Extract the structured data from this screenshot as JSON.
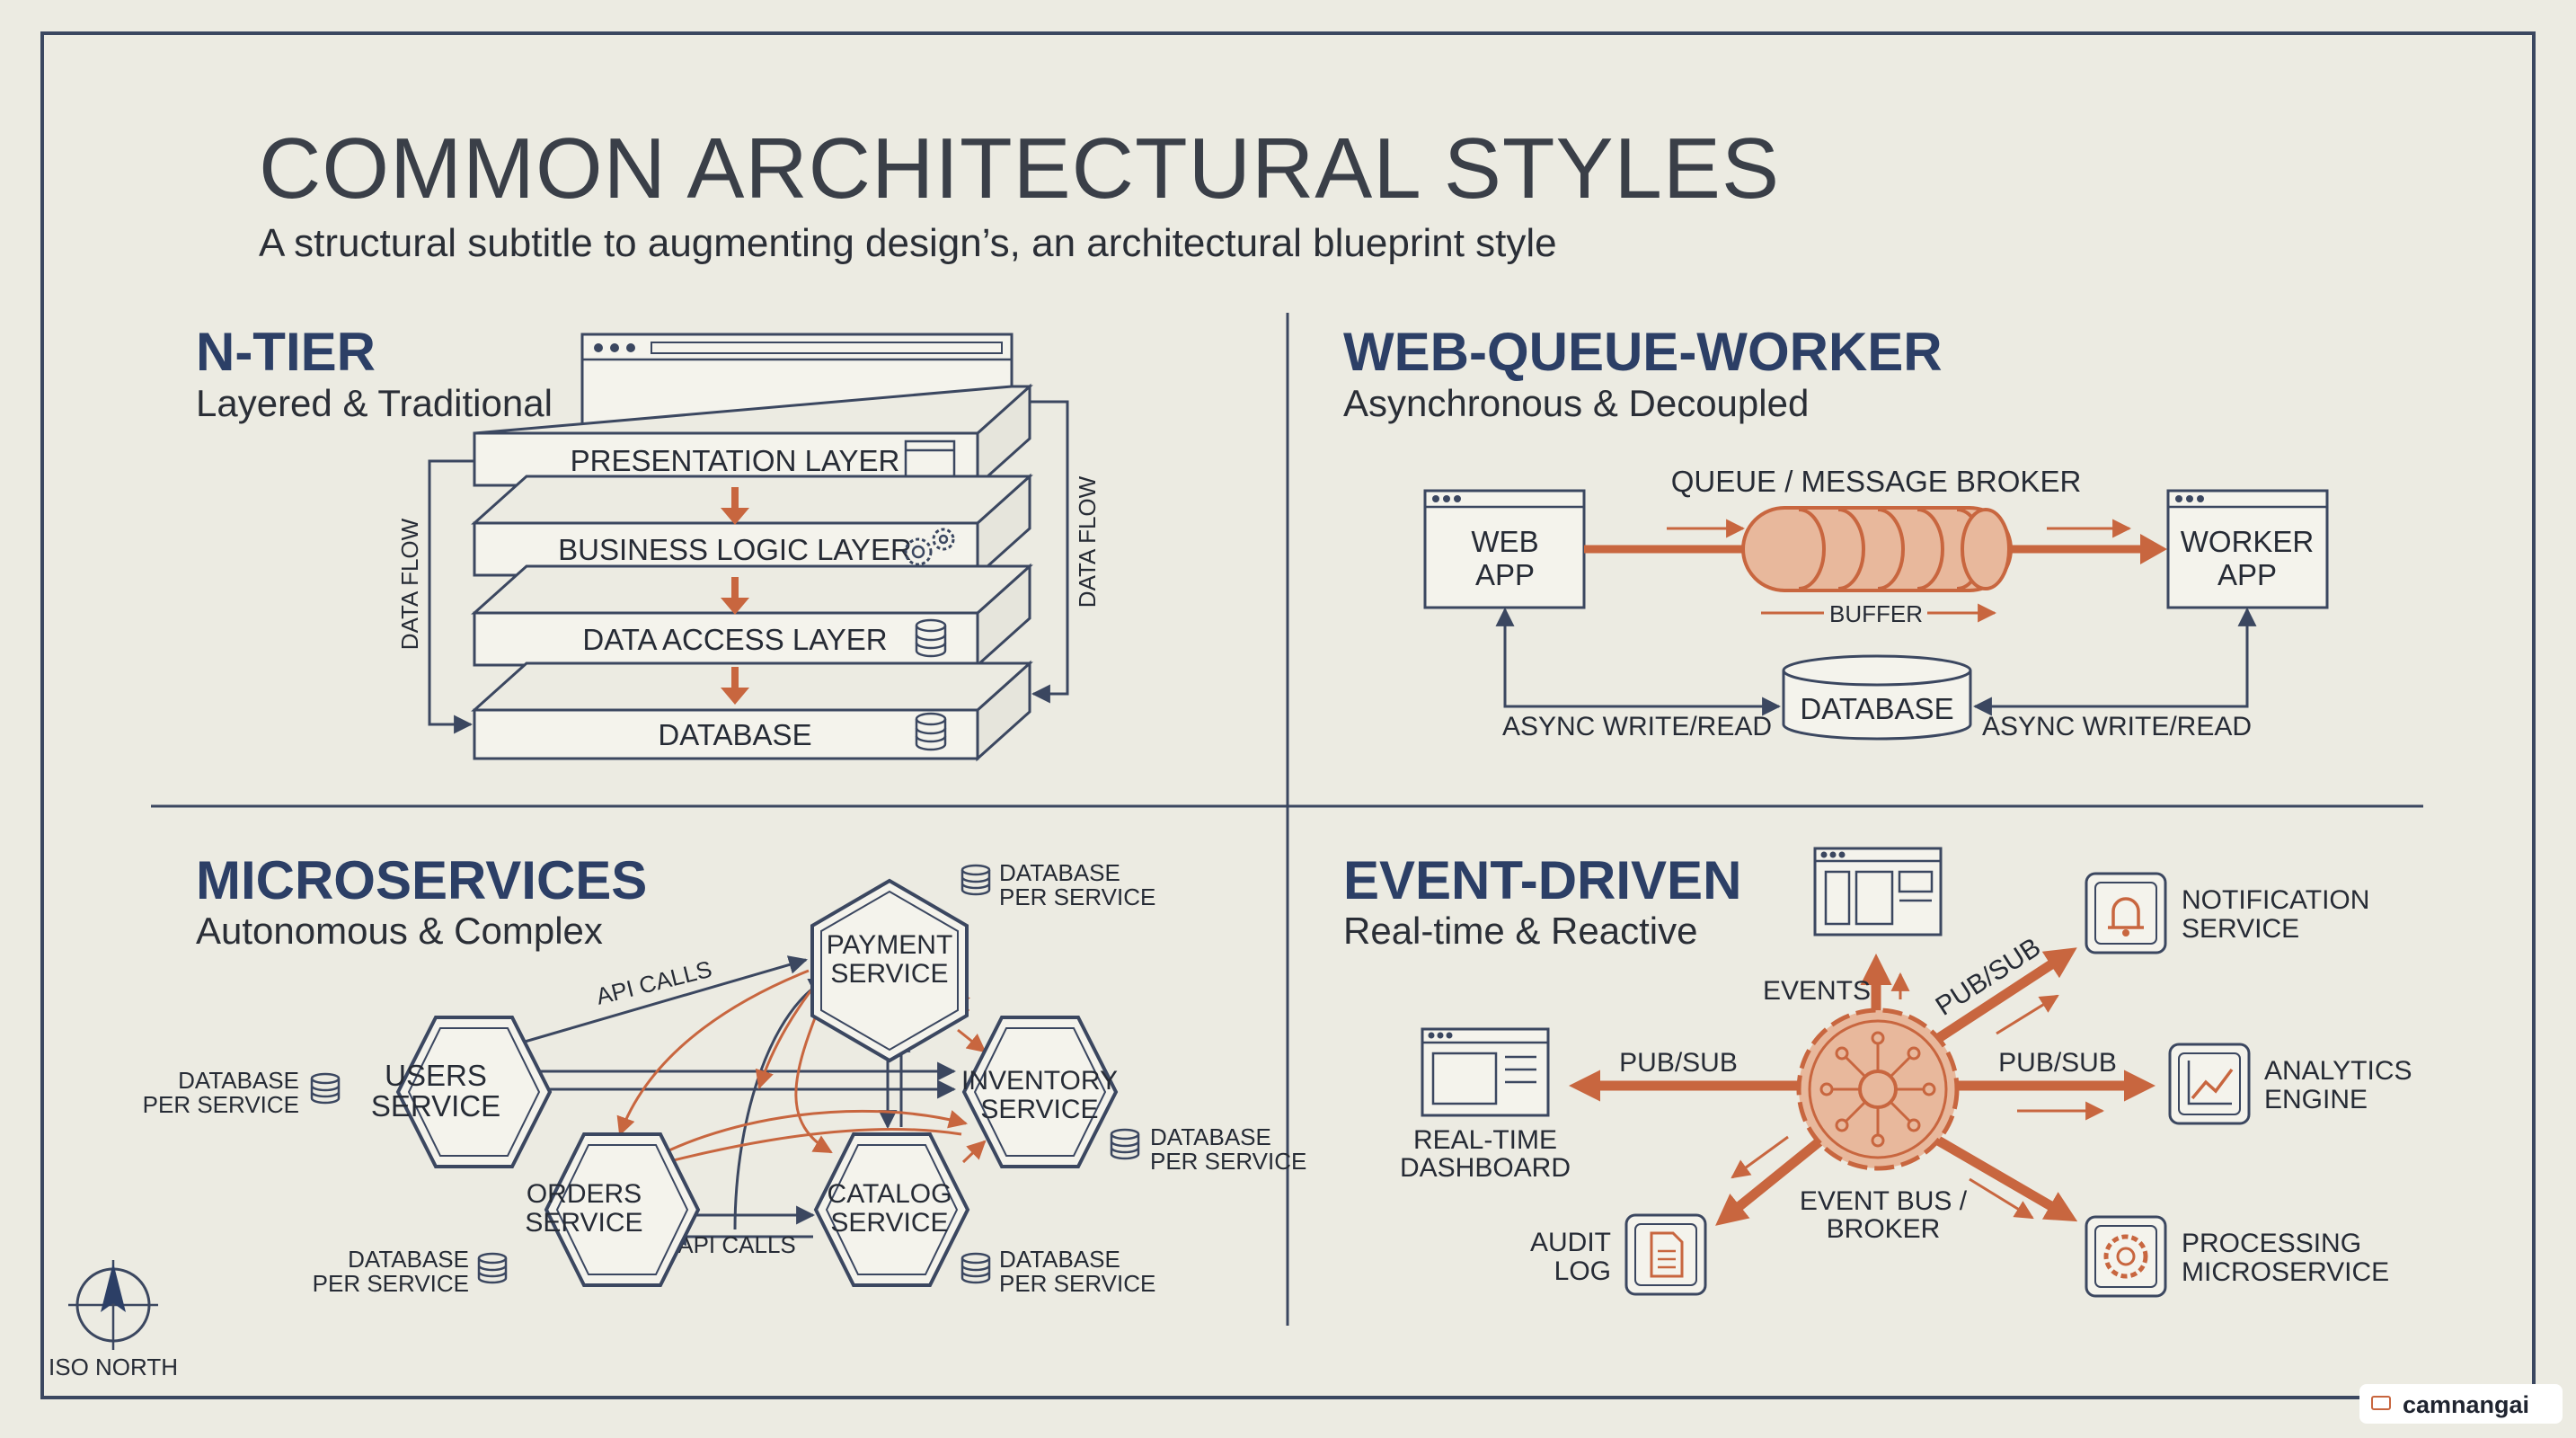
{
  "header": {
    "title": "COMMON ARCHITECTURAL STYLES",
    "subtitle": "A structural subtitle to augmenting design’s, an architectural blueprint style"
  },
  "ntier": {
    "title": "N-TIER",
    "subtitle": "Layered & Traditional",
    "layers": [
      "PRESENTATION LAYER",
      "BUSINESS LOGIC LAYER",
      "DATA ACCESS LAYER",
      "DATABASE"
    ],
    "flow_label": "DATA FLOW"
  },
  "wqw": {
    "title": "WEB-QUEUE-WORKER",
    "subtitle": "Asynchronous & Decoupled",
    "web_app": [
      "WEB",
      "APP"
    ],
    "worker_app": [
      "WORKER",
      "APP"
    ],
    "queue_label": "QUEUE / MESSAGE BROKER",
    "buffer_label": "BUFFER",
    "database_label": "DATABASE",
    "async_left": "ASYNC WRITE/READ",
    "async_right": "ASYNC WRITE/READ"
  },
  "micro": {
    "title": "MICROSERVICES",
    "subtitle": "Autonomous & Complex",
    "payment": [
      "PAYMENT",
      "SERVICE"
    ],
    "users": [
      "USERS",
      "SERVICE"
    ],
    "inventory": [
      "INVENTORY",
      "SERVICE"
    ],
    "orders": [
      "ORDERS",
      "SERVICE"
    ],
    "catalog": [
      "CATALOG",
      "SERVICE"
    ],
    "db_per_service": [
      "DATABASE",
      "PER SERVICE"
    ],
    "api_calls_top": "API CALLS",
    "api_calls_bottom": "API CALLS"
  },
  "event": {
    "title": "EVENT-DRIVEN",
    "subtitle": "Real-time & Reactive",
    "events_label": "EVENTS",
    "pubsub_left": "PUB/SUB",
    "pubsub_right": "PUB/SUB",
    "pubsub_diag": "PUB/SUB",
    "notification": [
      "NOTIFICATION",
      "SERVICE"
    ],
    "analytics": [
      "ANALYTICS",
      "ENGINE"
    ],
    "dashboard": [
      "REAL-TIME",
      "DASHBOARD"
    ],
    "bus": [
      "EVENT BUS /",
      "BROKER"
    ],
    "audit": [
      "AUDIT",
      "LOG"
    ],
    "processing": [
      "PROCESSING",
      "MICROSERVICE"
    ]
  },
  "compass_label": "ISO NORTH",
  "watermark": "camnangai",
  "colors": {
    "accent": "#c8663f",
    "navy": "#2c3f66",
    "background": "#ecebe2"
  }
}
